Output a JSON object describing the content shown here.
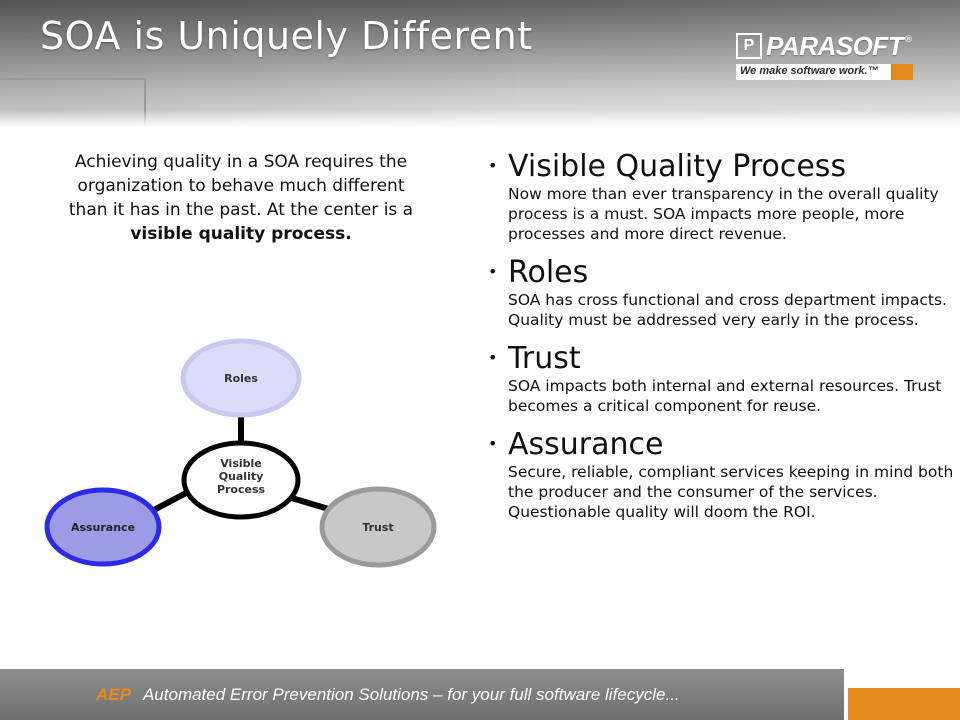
{
  "slide": {
    "title": "SOA is Uniquely Different"
  },
  "logo": {
    "mark": "P",
    "name": "PARASOFT",
    "registered": "®",
    "tagline": "We make software work.™"
  },
  "intro": {
    "text": "Achieving quality in a SOA requires the organization to behave much different than it has in the past.  At the center is a ",
    "emphasis": "visible quality process."
  },
  "bullets": [
    {
      "heading": "Visible Quality Process",
      "body": "Now more than ever transparency in the overall quality process is a must.  SOA impacts more people, more processes and more direct revenue."
    },
    {
      "heading": "Roles",
      "body": "SOA has cross functional and cross department impacts.  Quality must be addressed very early in the process."
    },
    {
      "heading": "Trust",
      "body": "SOA impacts both internal and external resources.  Trust becomes a critical component for reuse."
    },
    {
      "heading": "Assurance",
      "body": "Secure, reliable, compliant services keeping in mind both the producer and the consumer of the services.  Questionable quality will doom the ROI."
    }
  ],
  "diagram": {
    "center": [
      "Visible",
      "Quality",
      "Process"
    ],
    "nodes": {
      "roles": {
        "label": "Roles",
        "fill": "#dcdcf8",
        "stroke": "#c8c8f0"
      },
      "trust": {
        "label": "Trust",
        "fill": "#c8c8c8",
        "stroke": "#9a9a9a"
      },
      "assurance": {
        "label": "Assurance",
        "fill": "#9c9ce6",
        "stroke": "#2a2ae8"
      }
    }
  },
  "footer": {
    "aep": "AEP",
    "text": "Automated Error Prevention Solutions – for your full software lifecycle..."
  },
  "colors": {
    "accent": "#e78a1d",
    "footer": "#7a7a7a"
  }
}
